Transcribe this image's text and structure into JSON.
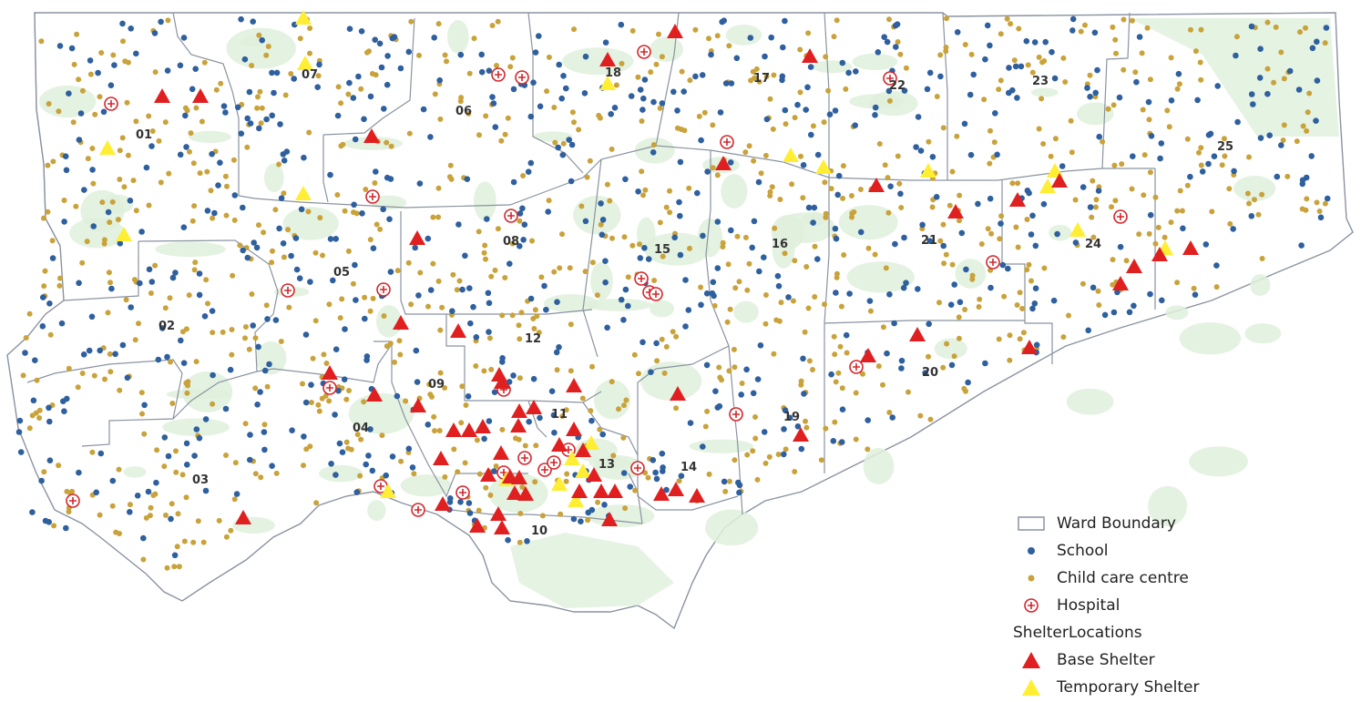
{
  "map": {
    "ward_labels": [
      {
        "id": "01"
      },
      {
        "id": "02"
      },
      {
        "id": "03"
      },
      {
        "id": "04"
      },
      {
        "id": "05"
      },
      {
        "id": "06"
      },
      {
        "id": "07"
      },
      {
        "id": "08"
      },
      {
        "id": "09"
      },
      {
        "id": "10"
      },
      {
        "id": "11"
      },
      {
        "id": "12"
      },
      {
        "id": "13"
      },
      {
        "id": "14"
      },
      {
        "id": "15"
      },
      {
        "id": "16"
      },
      {
        "id": "17"
      },
      {
        "id": "18"
      },
      {
        "id": "19"
      },
      {
        "id": "20"
      },
      {
        "id": "21"
      },
      {
        "id": "22"
      },
      {
        "id": "23"
      },
      {
        "id": "24"
      },
      {
        "id": "25"
      }
    ],
    "colors": {
      "boundary": "#8a93a0",
      "school": "#2e5f9e",
      "child_care": "#c9a23a",
      "hospital": "#d4262b",
      "base_shelter": "#e02020",
      "temporary_shelter": "#ffee33",
      "greenspace": "#dff0dc",
      "background": "#ffffff"
    }
  },
  "legend": {
    "items": [
      {
        "key": "ward_boundary",
        "label": "Ward Boundary",
        "icon": "ward-boundary-icon"
      },
      {
        "key": "school",
        "label": "School",
        "icon": "school-dot-icon"
      },
      {
        "key": "child_care",
        "label": "Child care centre",
        "icon": "child-care-dot-icon"
      },
      {
        "key": "hospital",
        "label": "Hospital",
        "icon": "hospital-icon"
      }
    ],
    "group_title": "ShelterLocations",
    "shelter_items": [
      {
        "key": "base_shelter",
        "label": "Base Shelter",
        "icon": "base-shelter-icon"
      },
      {
        "key": "temporary_shelter",
        "label": "Temporary Shelter",
        "icon": "temporary-shelter-icon"
      }
    ]
  }
}
